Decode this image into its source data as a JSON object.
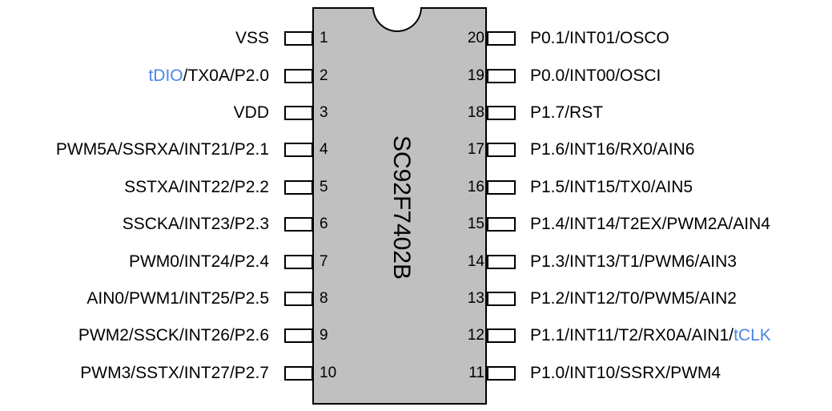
{
  "chip": {
    "part_number": "SC92F7402B"
  },
  "highlight_color": "#4a86e8",
  "left_pins": [
    {
      "number": "1",
      "label": "VSS"
    },
    {
      "number": "2",
      "label_highlight": "tDIO",
      "label": "/TX0A/P2.0"
    },
    {
      "number": "3",
      "label": "VDD"
    },
    {
      "number": "4",
      "label": "PWM5A/SSRXA/INT21/P2.1"
    },
    {
      "number": "5",
      "label": "SSTXA/INT22/P2.2"
    },
    {
      "number": "6",
      "label": "SSCKA/INT23/P2.3"
    },
    {
      "number": "7",
      "label": "PWM0/INT24/P2.4"
    },
    {
      "number": "8",
      "label": "AIN0/PWM1/INT25/P2.5"
    },
    {
      "number": "9",
      "label": "PWM2/SSCK/INT26/P2.6"
    },
    {
      "number": "10",
      "label": "PWM3/SSTX/INT27/P2.7"
    }
  ],
  "right_pins": [
    {
      "number": "20",
      "label": "P0.1/INT01/OSCO"
    },
    {
      "number": "19",
      "label": "P0.0/INT00/OSCI"
    },
    {
      "number": "18",
      "label": "P1.7/RST"
    },
    {
      "number": "17",
      "label": "P1.6/INT16/RX0/AIN6"
    },
    {
      "number": "16",
      "label": "P1.5/INT15/TX0/AIN5"
    },
    {
      "number": "15",
      "label": "P1.4/INT14/T2EX/PWM2A/AIN4"
    },
    {
      "number": "14",
      "label": "P1.3/INT13/T1/PWM6/AIN3"
    },
    {
      "number": "13",
      "label": "P1.2/INT12/T0/PWM5/AIN2"
    },
    {
      "number": "12",
      "label": "P1.1/INT11/T2/RX0A/AIN1/",
      "label_highlight": "tCLK"
    },
    {
      "number": "11",
      "label": "P1.0/INT10/SSRX/PWM4"
    }
  ]
}
